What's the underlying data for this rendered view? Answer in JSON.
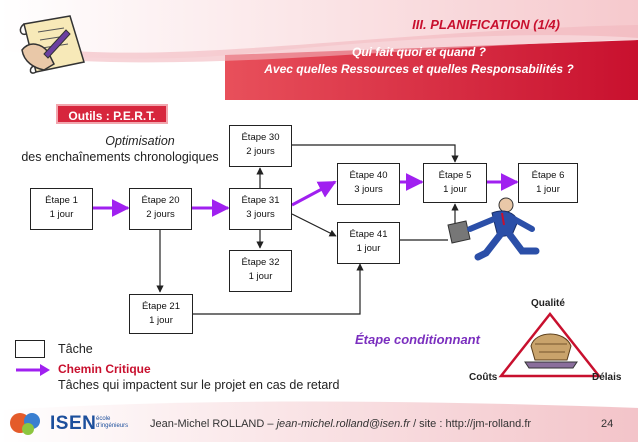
{
  "header": {
    "title": "III. PLANIFICATION (1/4)",
    "subtitle_line1": "Qui fait quoi et quand ?",
    "subtitle_line2": "Avec quelles Ressources et quelles Responsabilités ?"
  },
  "tools_badge": "Outils : P.E.R.T.",
  "optimisation": {
    "line1": "Optimisation",
    "line2": "des enchaînements chronologiques"
  },
  "nodes": {
    "e1": {
      "name": "Étape 1",
      "duration": "1 jour"
    },
    "e20": {
      "name": "Étape 20",
      "duration": "2 jours"
    },
    "e21": {
      "name": "Étape 21",
      "duration": "1 jour"
    },
    "e30": {
      "name": "Étape 30",
      "duration": "2 jours"
    },
    "e31": {
      "name": "Étape 31",
      "duration": "3 jours"
    },
    "e32": {
      "name": "Étape 32",
      "duration": "1 jour"
    },
    "e40": {
      "name": "Étape 40",
      "duration": "3 jours"
    },
    "e41": {
      "name": "Étape 41",
      "duration": "1 jour"
    },
    "e5": {
      "name": "Étape 5",
      "duration": "1 jour"
    },
    "e6": {
      "name": "Étape 6",
      "duration": "1 jour"
    }
  },
  "legend": {
    "task": "Tâche",
    "critical": "Chemin Critique",
    "critical_desc": "Tâches qui impactent sur le projet en cas de retard"
  },
  "conditional_label": "Étape conditionnant",
  "triangle": {
    "top": "Qualité",
    "left": "Coûts",
    "right": "Délais"
  },
  "footer": {
    "author": "Jean-Michel ROLLAND – ",
    "email": "jean-michel.rolland@isen.fr",
    "site": " / site : http://jm-rolland.fr",
    "page": "24"
  },
  "logo": {
    "brand": "ISEN",
    "tagline1": "école",
    "tagline2": "d'ingénieurs"
  },
  "colors": {
    "accent_red": "#c8102e",
    "critical_path": "#a020f0",
    "logo_blue": "#1d4f9c"
  }
}
